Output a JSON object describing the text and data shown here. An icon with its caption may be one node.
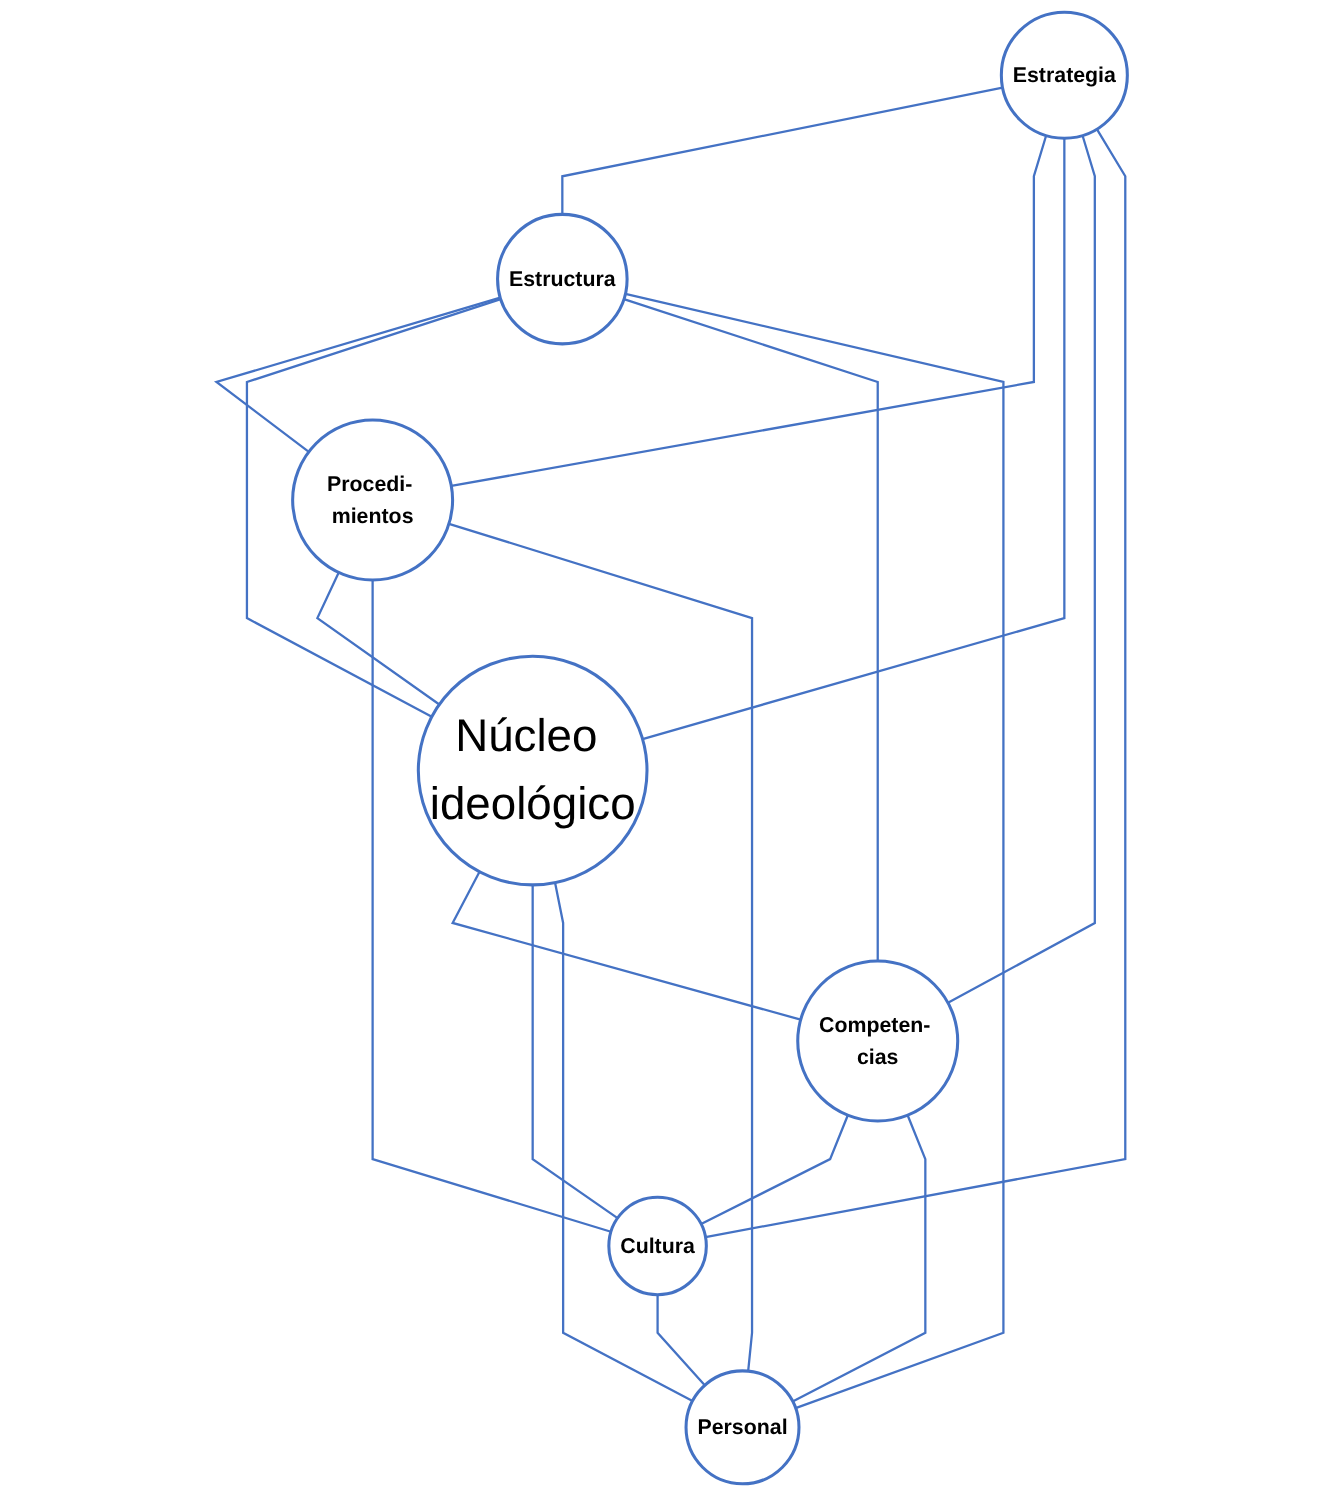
{
  "diagram": {
    "nodes": [
      {
        "text": [
          "Estrategia"
        ]
      },
      {
        "text": [
          "Estructura"
        ]
      },
      {
        "text": [
          "Procedi- mientos"
        ]
      },
      {
        "text": [
          "Núcleo ideológico"
        ]
      },
      {
        "text": [
          "Competen- cias"
        ]
      },
      {
        "text": [
          "Cultura"
        ]
      },
      {
        "text": [
          "Personal"
        ]
      }
    ],
    "edges": [
      {
        "from": 0,
        "to": 1,
        "arrow": "none"
      },
      {
        "from": 0,
        "to": 2,
        "arrow": "none"
      },
      {
        "from": 0,
        "to": 3,
        "arrow": "none"
      },
      {
        "from": 0,
        "to": 4,
        "arrow": "none"
      },
      {
        "from": 0,
        "to": 5,
        "arrow": "none"
      },
      {
        "from": 1,
        "to": 2,
        "arrow": "none"
      },
      {
        "from": 1,
        "to": 3,
        "arrow": "none"
      },
      {
        "from": 1,
        "to": 4,
        "arrow": "none"
      },
      {
        "from": 1,
        "to": 6,
        "arrow": "none"
      },
      {
        "from": 2,
        "to": 3,
        "arrow": "none"
      },
      {
        "from": 2,
        "to": 5,
        "arrow": "none"
      },
      {
        "from": 2,
        "to": 6,
        "arrow": "none"
      },
      {
        "from": 3,
        "to": 4,
        "arrow": "none"
      },
      {
        "from": 3,
        "to": 5,
        "arrow": "none"
      },
      {
        "from": 3,
        "to": 6,
        "arrow": "none"
      },
      {
        "from": 4,
        "to": 5,
        "arrow": "none"
      },
      {
        "from": 4,
        "to": 6,
        "arrow": "none"
      },
      {
        "from": 5,
        "to": 6,
        "arrow": "none"
      }
    ]
  }
}
